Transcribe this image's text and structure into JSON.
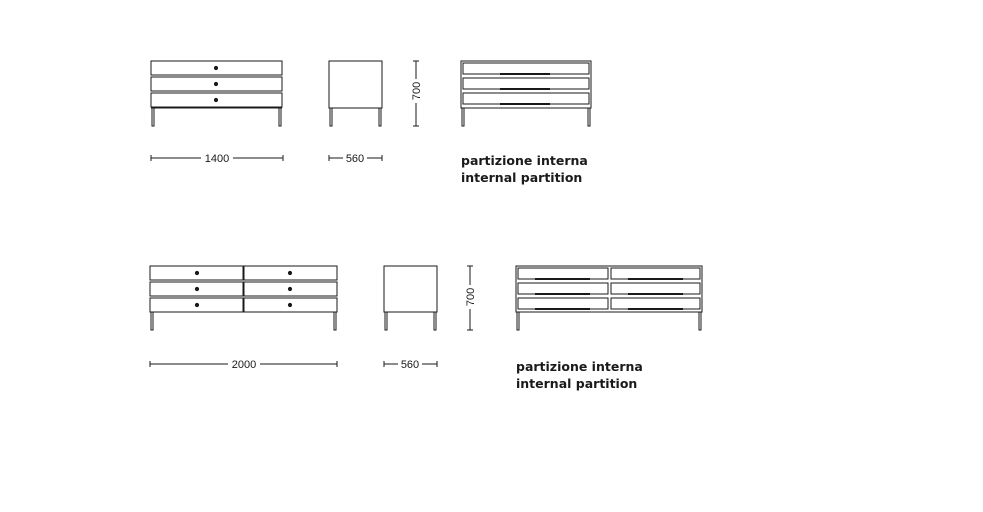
{
  "row1": {
    "width_label": "1400",
    "depth_label": "560",
    "height_label": "700",
    "caption_it": "partizione interna",
    "caption_en": "internal partition"
  },
  "row2": {
    "width_label": "2000",
    "depth_label": "560",
    "height_label": "700",
    "caption_it": "partizione interna",
    "caption_en": "internal partition"
  },
  "colors": {
    "line": "#1a1a1a",
    "background": "#ffffff"
  }
}
